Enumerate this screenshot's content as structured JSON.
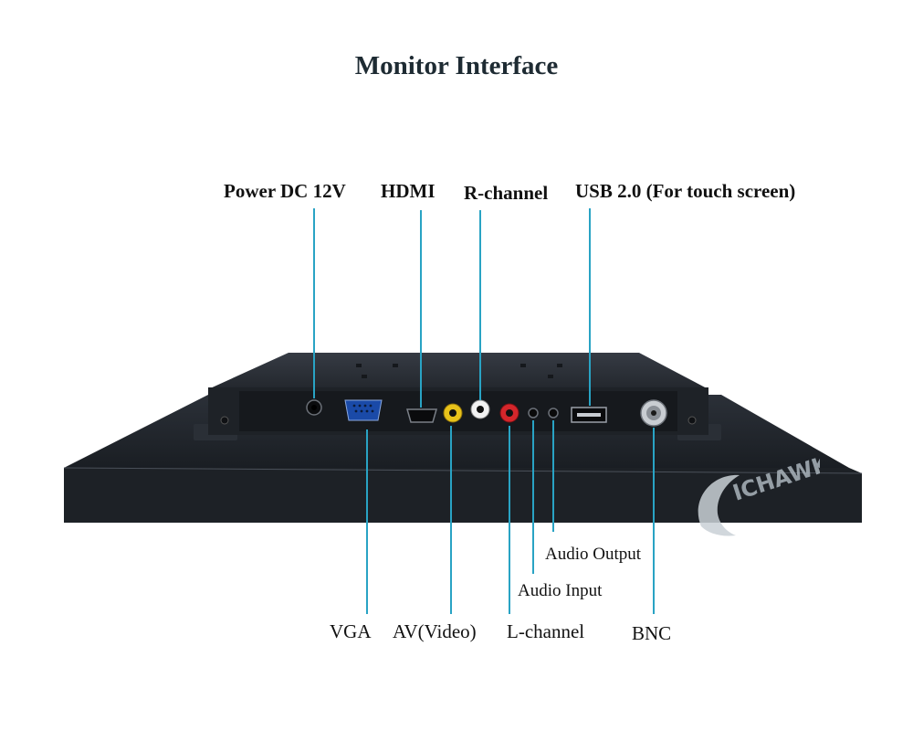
{
  "title": "Monitor Interface",
  "labels": {
    "power": "Power DC 12V",
    "hdmi": "HDMI",
    "r_channel": "R-channel",
    "usb": "USB 2.0 (For touch screen)",
    "vga": "VGA",
    "av": "AV(Video)",
    "l_channel": "L-channel",
    "bnc": "BNC",
    "audio_input": "Audio Input",
    "audio_output": "Audio Output"
  },
  "watermark": {
    "text": "ICHAWK"
  },
  "colors": {
    "leader_line": "#29a3c4",
    "monitor_body": "#23282e",
    "panel": "#1b1f24",
    "title": "#1e2b33"
  }
}
